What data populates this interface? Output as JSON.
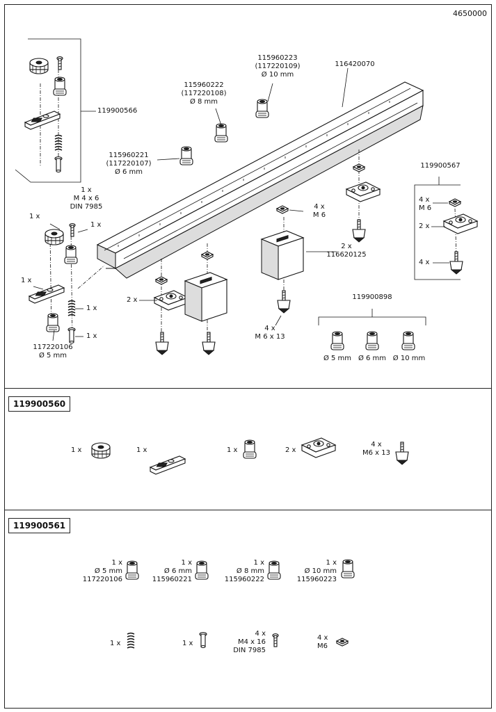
{
  "doc_number": "4650000",
  "top_labels": {
    "rail": "116420070",
    "guide_10": "115960223\n(117220109)\nØ 10 mm",
    "guide_8": "115960222\n(117220108)\nØ 8 mm",
    "guide_6": "115960221\n(117220107)\nØ 6 mm",
    "guide_5": "117220106\nØ 5 mm",
    "kit_left": "119900566",
    "kit_right": "119900567",
    "screw_m4": "1 x\nM 4 x 6\nDIN 7985",
    "one_knob": "1 x",
    "one_screw": "1 x",
    "one_slider": "1 x",
    "one_spring": "1 x",
    "one_pin": "1 x",
    "nut_m6_mid": "4 x\nM 6",
    "clamp_2x_mid": "2 x\n116620125",
    "clamp_2x_left": "2 x",
    "screw_m6x13": "4 x\nM 6 x 13",
    "kit_right_nut": "4 x\nM 6",
    "kit_right_clamp": "2 x",
    "kit_right_screw": "4 x",
    "guide_set": "119900898",
    "guide_set_5": "Ø 5 mm",
    "guide_set_6": "Ø 6 mm",
    "guide_set_10": "Ø 10 mm"
  },
  "kit_a": {
    "title": "119900560",
    "items": [
      {
        "qty": "1 x"
      },
      {
        "qty": "1 x"
      },
      {
        "qty": "1 x"
      },
      {
        "qty": "2 x"
      },
      {
        "qty": "4 x\nM6 x 13"
      }
    ]
  },
  "kit_b": {
    "title": "119900561",
    "guides": [
      {
        "label": "1 x\nØ 5 mm\n117220106"
      },
      {
        "label": "1 x\nØ 6 mm\n115960221"
      },
      {
        "label": "1 x\nØ 8 mm\n115960222"
      },
      {
        "label": "1 x\nØ 10 mm\n115960223"
      }
    ],
    "small": [
      {
        "label": "1 x"
      },
      {
        "label": "1 x"
      },
      {
        "label": "4 x\nM4 x 16\nDIN 7985"
      },
      {
        "label": "4 x\nM6"
      }
    ]
  }
}
